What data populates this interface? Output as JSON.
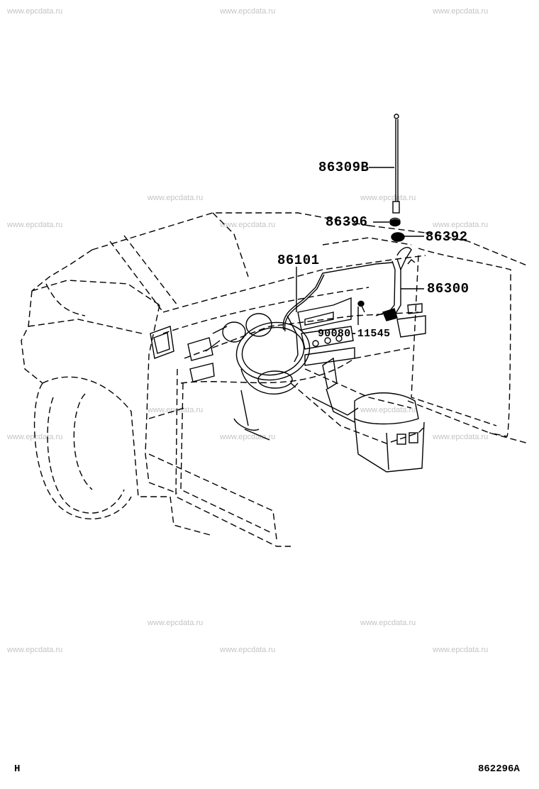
{
  "watermarks": [
    "www.epcdata.ru",
    "www.epcdata.ru",
    "www.epcdata.ru",
    "www.epcdata.ru",
    "www.epcdata.ru",
    "www.epcdata.ru",
    "www.epcdata.ru",
    "www.epcdata.ru",
    "www.epcdata.ru",
    "www.epcdata.ru",
    "www.epcdata.ru",
    "www.epcdata.ru",
    "www.epcdata.ru",
    "www.epcdata.ru",
    "www.epcdata.ru",
    "www.epcdata.ru",
    "www.epcdata.ru",
    "www.epcdata.ru"
  ],
  "callouts": {
    "antenna_rod": "86309B",
    "nut": "86396",
    "bezel": "86392",
    "antenna_assembly": "86300",
    "antenna_cable": "86101",
    "screw": "90080-11545"
  },
  "corner_left": "H",
  "corner_right": "862296A",
  "icons": [
    "antenna-rod-icon",
    "nut-icon",
    "bezel-icon",
    "antenna-assembly-icon",
    "screw-icon"
  ]
}
